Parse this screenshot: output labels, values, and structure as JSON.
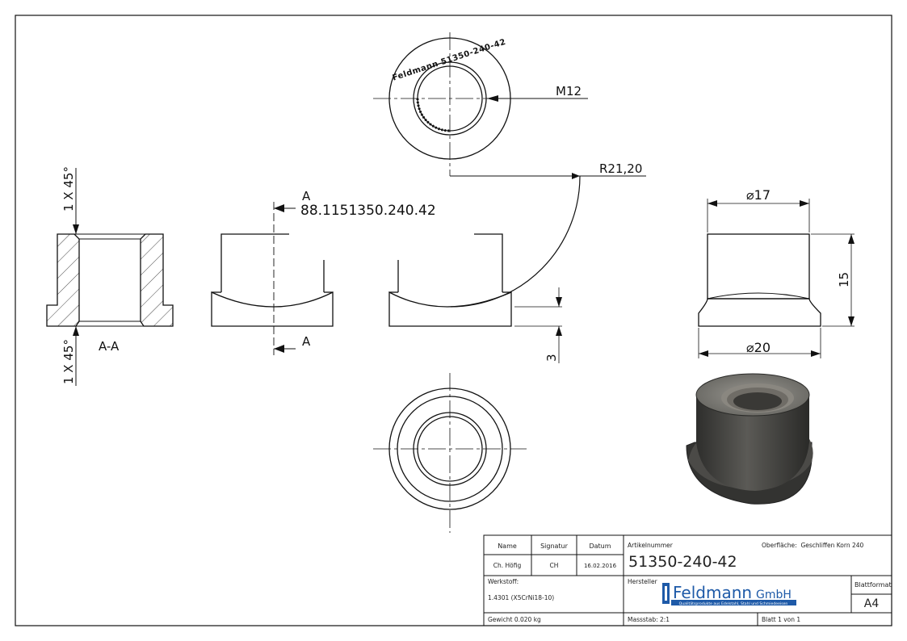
{
  "drawing": {
    "top_view_label": "M12",
    "engraving": "Feldmann 51350-240-42",
    "radius_label": "R21,20",
    "section_marker_top": "A",
    "section_marker_bottom": "A",
    "part_code": "88.1151350.240.42",
    "chamfer_top": "1 X 45°",
    "chamfer_bottom": "1 X 45°",
    "section_label": "A-A",
    "dim_diameter_top": "⌀17",
    "dim_height": "15",
    "dim_diameter_bottom": "⌀20",
    "dim_step": "3"
  },
  "title_block": {
    "headers": {
      "name": "Name",
      "signatur": "Signatur",
      "datum": "Datum",
      "artikelnummer": "Artikelnummer",
      "oberflaeche": "Oberfläche:  Geschliffen Korn 240"
    },
    "row": {
      "name": "Ch. Höfig",
      "signatur": "CH",
      "datum": "16.02.2016"
    },
    "article_number": "51350-240-42",
    "werkstoff_label": "Werkstoff:",
    "werkstoff_value": "1.4301 (X5CrNi18-10)",
    "hersteller_label": "Hersteller",
    "logo_main": "Feldmann",
    "logo_suffix": "GmbH",
    "logo_tagline": "Qualitätsprodukte aus Edelstahl, Stahl und Schmiedeeisen",
    "blattformat_label": "Blattformat",
    "blattformat_value": "A4",
    "gewicht": "Gewicht 0.020 kg",
    "massstab": "Massstab: 2:1",
    "blatt": "Blatt 1 von 1"
  },
  "colors": {
    "line": "#111111",
    "hatch": "#444444",
    "logo_blue": "#1e5aa8",
    "model_dark": "#3a3a38",
    "model_mid": "#5a5955"
  }
}
